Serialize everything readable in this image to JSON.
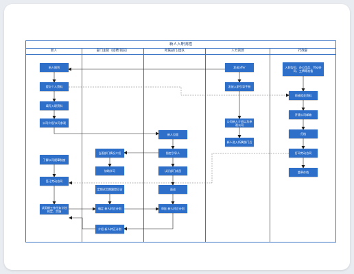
{
  "diagram": {
    "title": "新人入职流程",
    "lanes": [
      "新人",
      "部门主管（招聘/岗前）",
      "所属部门/团队",
      "人力资源",
      "行政部"
    ],
    "nodes": {
      "n1": "新人报到",
      "n2": "提交个人资料",
      "n3": "填写入职资料",
      "n4": "公司介绍/公司参观",
      "n5": "了解公司规章制度",
      "n6": "签订劳动合同",
      "n7": "试用期工作任务计划拟定、实施",
      "d1": "当面部门情况介绍",
      "d2": "协助学习",
      "d3": "定期试用期跟踪回访",
      "d4": "确定 新人转正计划",
      "d5": "介绍 新人转正计划",
      "t1": "新人见面",
      "t2": "指定引导人",
      "t3": "认识部门成员",
      "t4": "面谈",
      "t5": "审批 新人转正计划",
      "h1": "发送offer",
      "h2": "发放入职引导手册",
      "h3": "公司新人介绍以及参观公司",
      "h4": "新人进入所属部门后",
      "a1": "入职告知、办公用品、劳动合同、工牌等准备",
      "a2": "审核相关资料",
      "a3": "开通公司邮箱",
      "a4": "归档",
      "a5": "打印劳动合同",
      "a6": "盖章存档"
    }
  }
}
